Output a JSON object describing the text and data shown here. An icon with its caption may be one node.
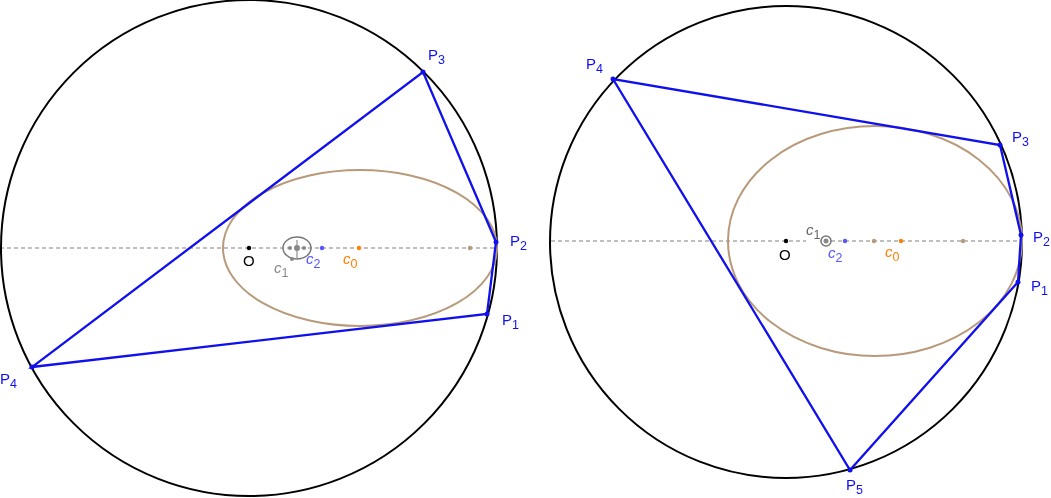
{
  "diagram": {
    "labels": [
      "P$_{3}$",
      "P$_{2}$",
      "O",
      "*c*$_{1}$",
      "*c*$_{2}$",
      "*c*$_{0}$",
      "P$_{1}$",
      "P$_{4}$",
      "P$_{4}$",
      "P$_{3}$",
      "P$_{2}$",
      "O",
      "*c*$_{1}$",
      "*c*$_{2}$",
      "*c*$_{0}$",
      "P$_{1}$",
      "P$_{5}$"
    ]
  }
}
